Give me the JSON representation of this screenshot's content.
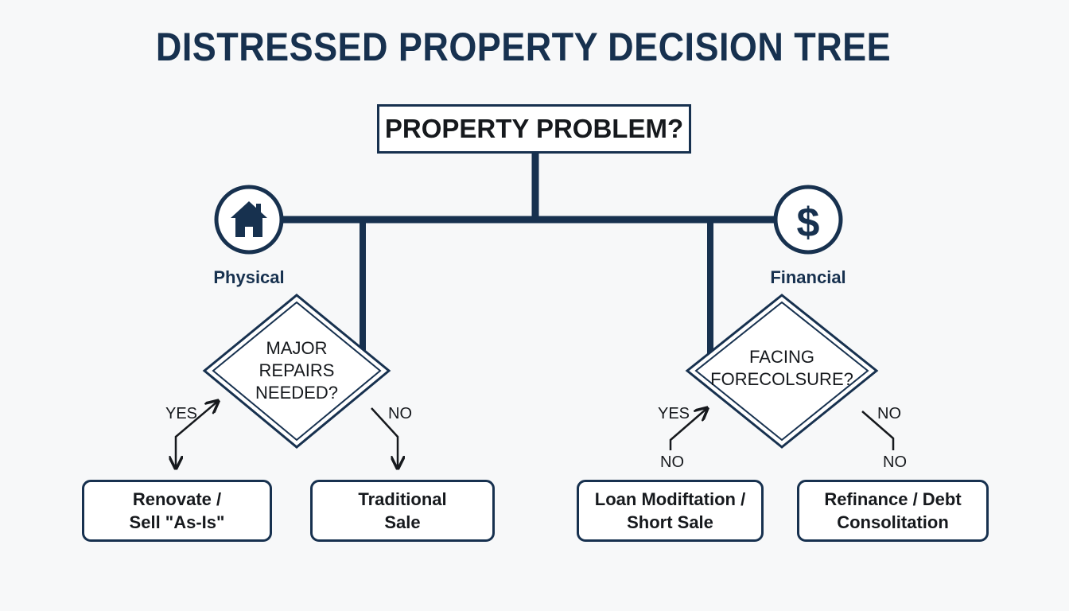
{
  "title": "DISTRESSED PROPERTY DECISION TREE",
  "root": {
    "label": "PROPERTY PROBLEM?"
  },
  "colors": {
    "navy": "#17314f",
    "text": "#16191d",
    "background": "#f7f8f9"
  },
  "branches": {
    "physical": {
      "label": "Physical",
      "icon": "house-icon",
      "decision": "MAJOR\nREPAIRS\nNEEDED?",
      "yes_label": "YES",
      "no_label": "NO",
      "outcome_yes": "Renovate /\nSell \"As-Is\"",
      "outcome_no": "Traditional\nSale"
    },
    "financial": {
      "label": "Financial",
      "icon": "dollar-icon",
      "decision": "FACING\nFORECOLSURE?",
      "yes_label": "YES",
      "yes_sub_label": "NO",
      "no_label": "NO",
      "no_sub_label": "NO",
      "outcome_yes": "Loan Modiftation /\nShort Sale",
      "outcome_no": "Refinance / Debt\nConsolitation"
    }
  }
}
